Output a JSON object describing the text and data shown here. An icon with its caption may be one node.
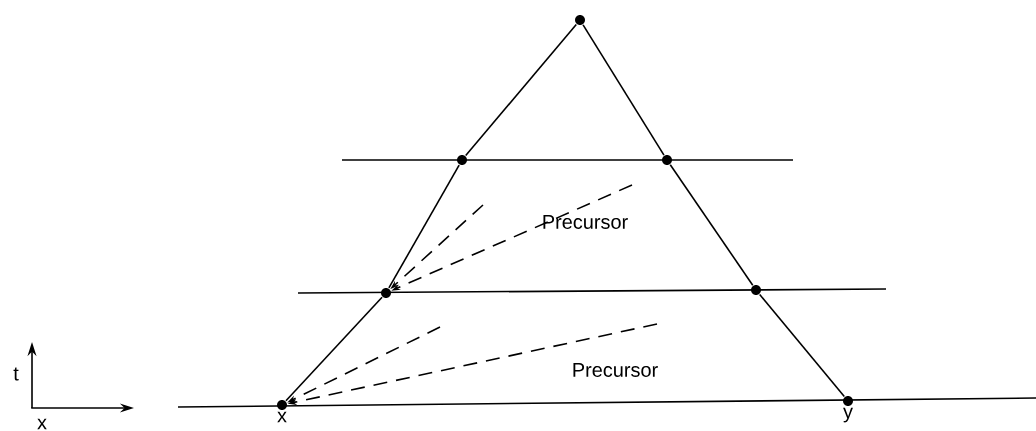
{
  "diagram": {
    "nodes": [
      {
        "text": [],
        "shape": "circle"
      },
      {
        "text": [],
        "shape": "circle"
      },
      {
        "text": [],
        "shape": "circle"
      },
      {
        "text": [],
        "shape": "circle"
      },
      {
        "text": [],
        "shape": "circle"
      },
      {
        "text": [],
        "shape": "circle",
        "beside": [
          "x"
        ]
      },
      {
        "text": [],
        "shape": "circle",
        "beside": [
          "y"
        ]
      }
    ],
    "edges": [
      {
        "from": 0,
        "to": 1,
        "arrow": "none"
      },
      {
        "from": 1,
        "to": 3,
        "arrow": "none"
      },
      {
        "from": 3,
        "to": 5,
        "arrow": "none"
      },
      {
        "from": 0,
        "to": 2,
        "arrow": "none"
      },
      {
        "from": 2,
        "to": 4,
        "arrow": "none"
      },
      {
        "from": 4,
        "to": 6,
        "arrow": "none"
      },
      {
        "from": null,
        "to": 3,
        "arrow": "to",
        "style": "dashed"
      },
      {
        "from": null,
        "to": 3,
        "arrow": "to",
        "style": "dashed"
      },
      {
        "from": null,
        "to": 5,
        "arrow": "to",
        "style": "dashed"
      },
      {
        "from": null,
        "to": 5,
        "arrow": "to",
        "style": "dashed"
      }
    ],
    "labels": [
      "Precursor",
      "Precursor",
      "t",
      "x"
    ]
  }
}
